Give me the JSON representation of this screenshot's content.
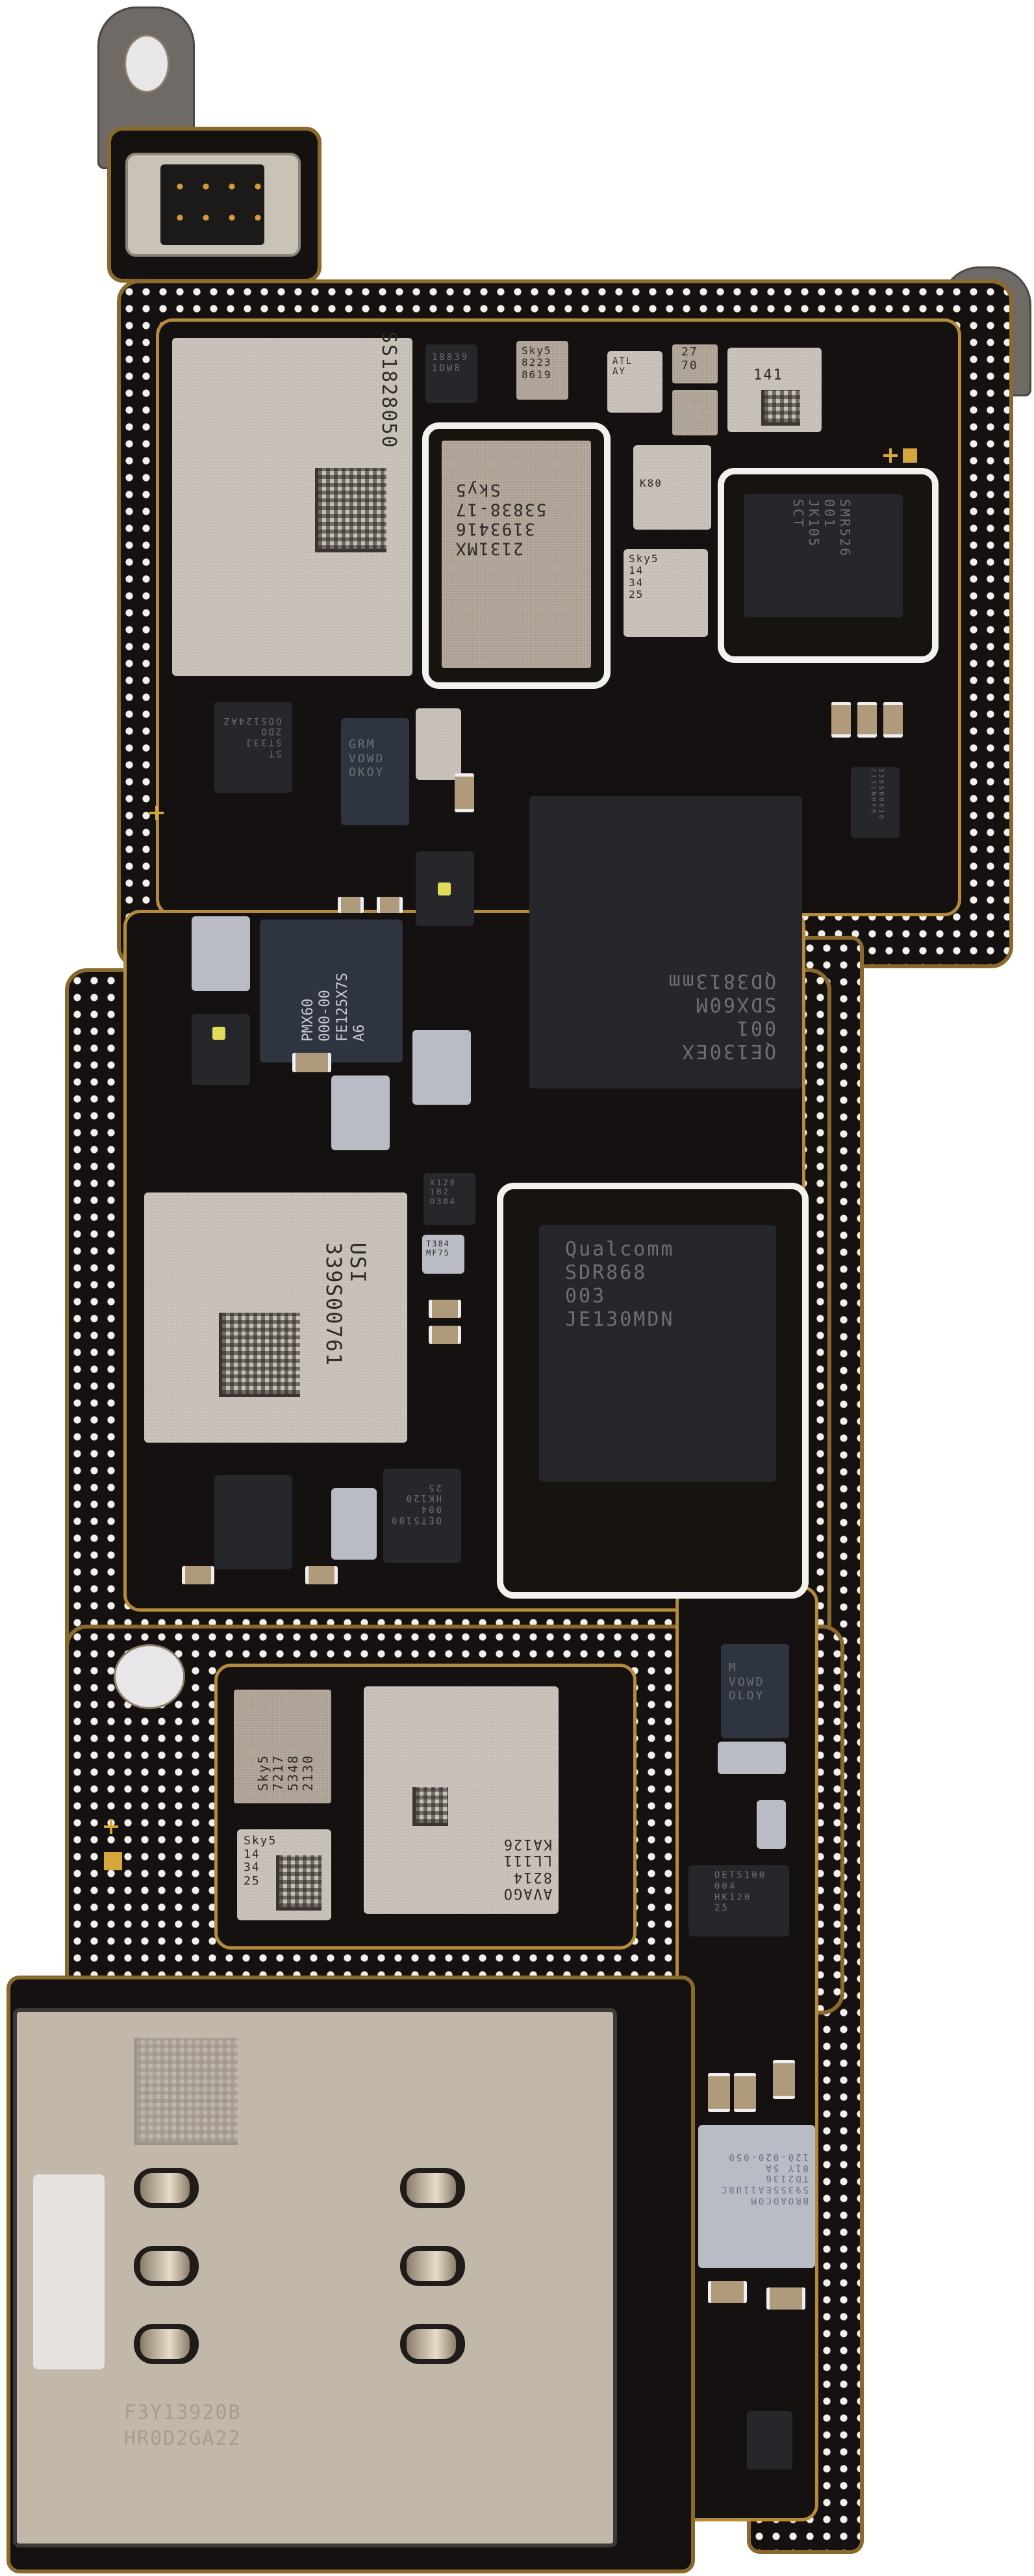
{
  "image": {
    "subject": "Smartphone logic board (top-down product photo)",
    "background_color": "#ffffff",
    "board_color": "#141110",
    "edge_gold_color": "#b48a3c",
    "shield_frame_color": "#f3f1ee"
  },
  "chips": {
    "top_left_shield": {
      "marking": "SS1828050"
    },
    "small_black_top": {
      "marking": "18839\n1DW8"
    },
    "sky5_small_top": {
      "marking": "Sky5\n8223\n8619"
    },
    "sky5_outlined": {
      "marking": "2131MX\n3193416\n53838-17\nSky5"
    },
    "mini_27_70": {
      "marking": "27\n70"
    },
    "tiny_at": {
      "marking": "ATL\nAY"
    },
    "chip_141": {
      "marking": "141"
    },
    "chip_k80": {
      "marking": "K80"
    },
    "sky5_14_34_25_top": {
      "marking": "Sky5\n14\n34\n25"
    },
    "smr526": {
      "marking": "SMR526\n001\nJK105\nSCT"
    },
    "st33j": {
      "marking": "ST\nST33J\nZDO\nOOS124AZ"
    },
    "grm_vowd_upper": {
      "marking": "GRM\nVOWD\nOKOY"
    },
    "modem_sdx60m": {
      "marking": "QE130EX\n001\nSDX60M\nQD3813mm"
    },
    "pmx60": {
      "marking": "PMX60\n000-00\nFE125X7S\nA6"
    },
    "chip_338s": {
      "marking": "338S00616\n2131NHFB"
    },
    "usi_module": {
      "marking": "USI\n339S00761"
    },
    "t384": {
      "marking": "T384\nMF75"
    },
    "x128": {
      "marking": "X128\n1B2\nD304"
    },
    "qualcomm_sdr": {
      "marking": "Qualcomm\nSDR868\n003\nJE130MDN"
    },
    "qet_left": {
      "marking": "OET5100\n004\nHK120\n25"
    },
    "grm_vowd_lower": {
      "marking": "M\nVOWD\nOLOY"
    },
    "qet_lower": {
      "marking": "OET5100\n004\nHK120\n25"
    },
    "sky5_7217": {
      "marking": "Sky5\n7217\n5348\n2130"
    },
    "sky5_14_34_25": {
      "marking": "Sky5\n14\n34\n25"
    },
    "avago": {
      "marking": "AVAGO\n8214\nLL111\nKA126"
    },
    "broadcom": {
      "marking": "BROADCOM\n59355EA11U8C\nTD2136\n01Y 5A\n120-020-050"
    }
  },
  "sim_tray": {
    "marking_line1": "F3Y13920B",
    "marking_line2": "HR0D2GA22",
    "contacts_count": 6
  }
}
